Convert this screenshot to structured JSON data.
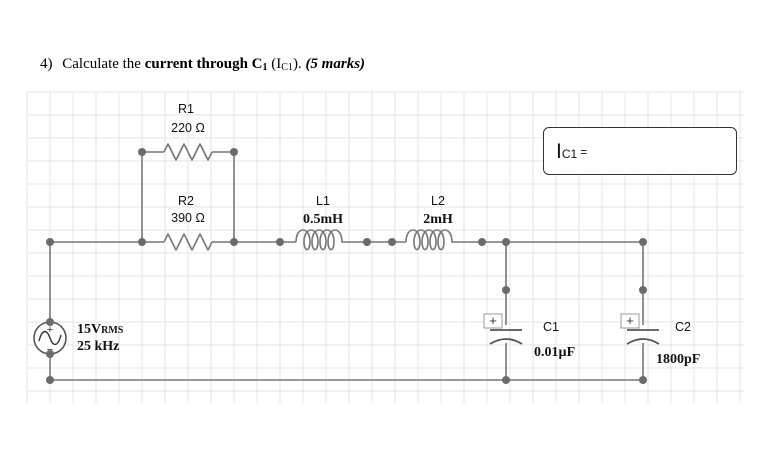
{
  "question": {
    "number": "4)",
    "prefix": "Calculate the",
    "bold_phrase": "current through",
    "component": "C",
    "component_sub": "1",
    "paren_open": "(I",
    "paren_sub": "C1",
    "paren_close": ").",
    "marks": "(5 marks)"
  },
  "source": {
    "voltage": "15V",
    "voltage_suffix": "RMS",
    "frequency": "25 kHz",
    "plus_sign": "+",
    "minus_sign": "−"
  },
  "components": {
    "R1": {
      "name": "R1",
      "value": "220 Ω"
    },
    "R2": {
      "name": "R2",
      "value": "390 Ω"
    },
    "L1": {
      "name": "L1",
      "value": "0.5mH"
    },
    "L2": {
      "name": "L2",
      "value": "2mH"
    },
    "C1": {
      "name": "C1",
      "value": "0.01µF",
      "polarity": "+"
    },
    "C2": {
      "name": "C2",
      "value": "1800pF",
      "polarity": "+"
    }
  },
  "answer": {
    "label": "I",
    "label_sub": "C1",
    "equals": "=",
    "value": ""
  },
  "colors": {
    "wire": "#777777",
    "node": "#6b6b6b",
    "grid": "#e4e4e4",
    "text": "#111111"
  }
}
